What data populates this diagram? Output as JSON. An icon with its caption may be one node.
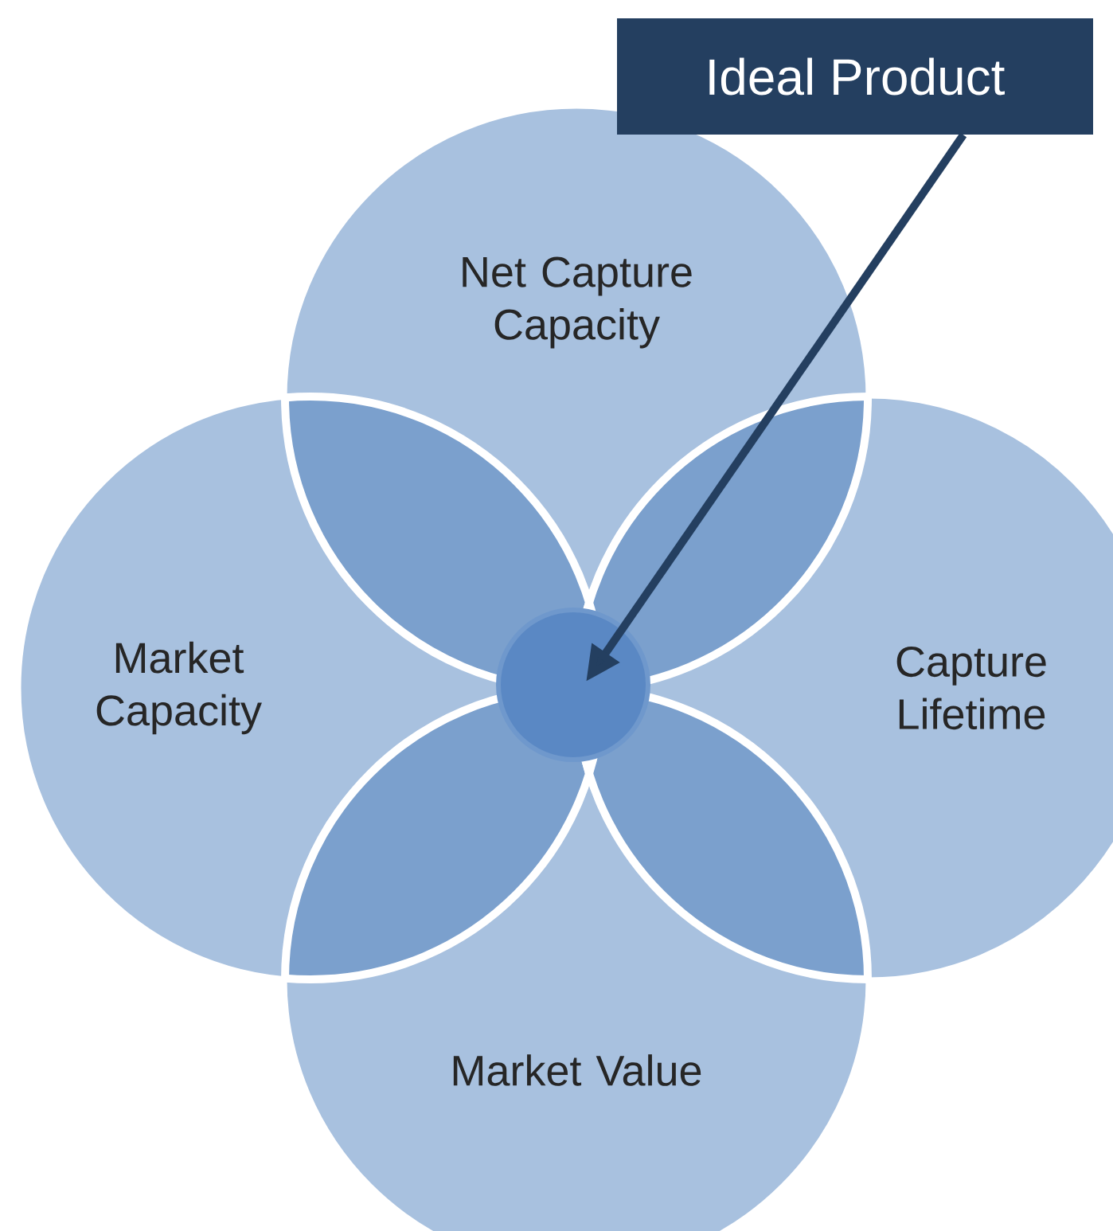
{
  "diagram": {
    "nodes": [
      {
        "text": [
          "Ideal Product"
        ]
      },
      {
        "text": [
          "Net Capture Capacity"
        ]
      },
      {
        "text": [
          "Market Capacity"
        ]
      },
      {
        "text": [
          "Capture Lifetime"
        ]
      },
      {
        "text": [
          "Market Value"
        ]
      },
      {
        "text": [],
        "shape": "circle"
      }
    ],
    "edges": [
      {
        "from": 0,
        "to": 5,
        "arrow": "to"
      }
    ]
  }
}
